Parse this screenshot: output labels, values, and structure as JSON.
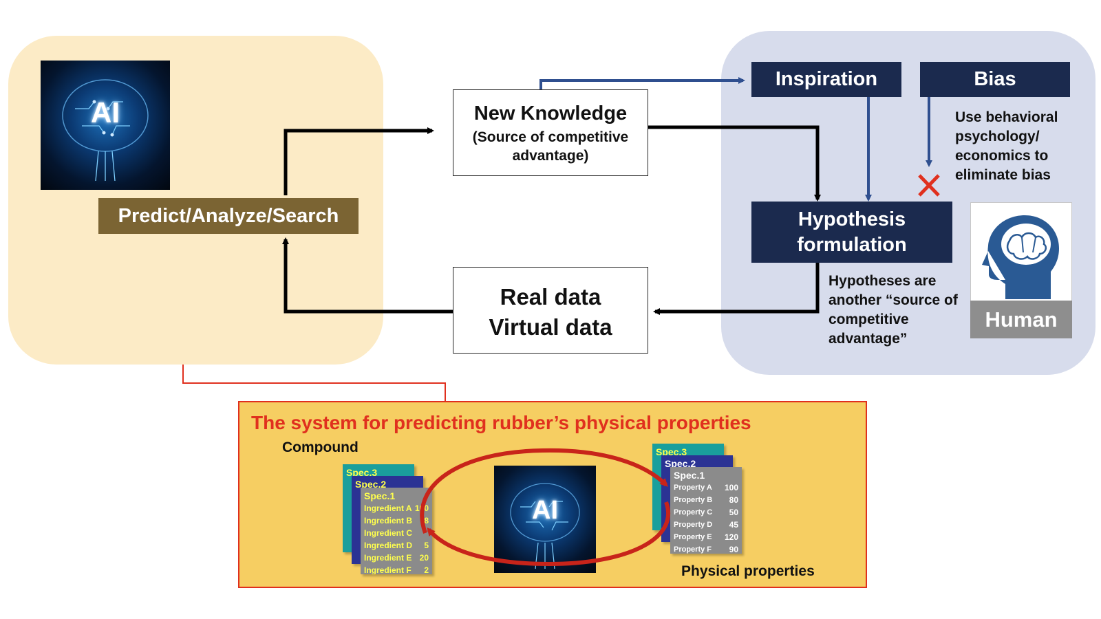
{
  "ai_panel": {
    "ai_badge": "AI",
    "predict_label": "Predict/Analyze/Search"
  },
  "new_knowledge": {
    "title": "New Knowledge",
    "subtitle": "(Source of competitive advantage)"
  },
  "data_box": {
    "line1": "Real data",
    "line2": "Virtual data"
  },
  "human_panel": {
    "inspiration": "Inspiration",
    "bias": "Bias",
    "bias_note": "Use behavioral psychology/ economics to eliminate bias",
    "hypothesis": "Hypothesis formulation",
    "hypothesis_note": "Hypotheses are another “source of competitive advantage”",
    "human_label": "Human"
  },
  "rubber_system": {
    "title": "The system for predicting rubber’s physical properties",
    "compound_label": "Compound",
    "physical_label": "Physical properties",
    "ai_badge": "AI",
    "compound_sheets": {
      "spec3": "Spec.3",
      "spec2": "Spec.2",
      "spec1": "Spec.1",
      "ingredients": [
        {
          "name": "Ingredient A",
          "value": "100"
        },
        {
          "name": "Ingredient B",
          "value": "8"
        },
        {
          "name": "Ingredient C",
          "value": ""
        },
        {
          "name": "Ingredient D",
          "value": "5"
        },
        {
          "name": "Ingredient E",
          "value": "20"
        },
        {
          "name": "Ingredient F",
          "value": "2"
        }
      ]
    },
    "property_sheets": {
      "spec3": "Spec.3",
      "spec2": "Spec.2",
      "spec1": "Spec.1",
      "properties": [
        {
          "name": "Property A",
          "value": "100"
        },
        {
          "name": "Property B",
          "value": "80"
        },
        {
          "name": "Property C",
          "value": "50"
        },
        {
          "name": "Property D",
          "value": "45"
        },
        {
          "name": "Property E",
          "value": "120"
        },
        {
          "name": "Property F",
          "value": "90"
        }
      ]
    }
  },
  "colors": {
    "ai_panel_bg": "#fcebc6",
    "human_panel_bg": "#d7dcec",
    "navy": "#1b2a4e",
    "predict_brown": "#7b6433",
    "blue_arrow": "#2f4f8f",
    "red_accent": "#e0301e",
    "rubber_bg": "#f6ce62"
  }
}
